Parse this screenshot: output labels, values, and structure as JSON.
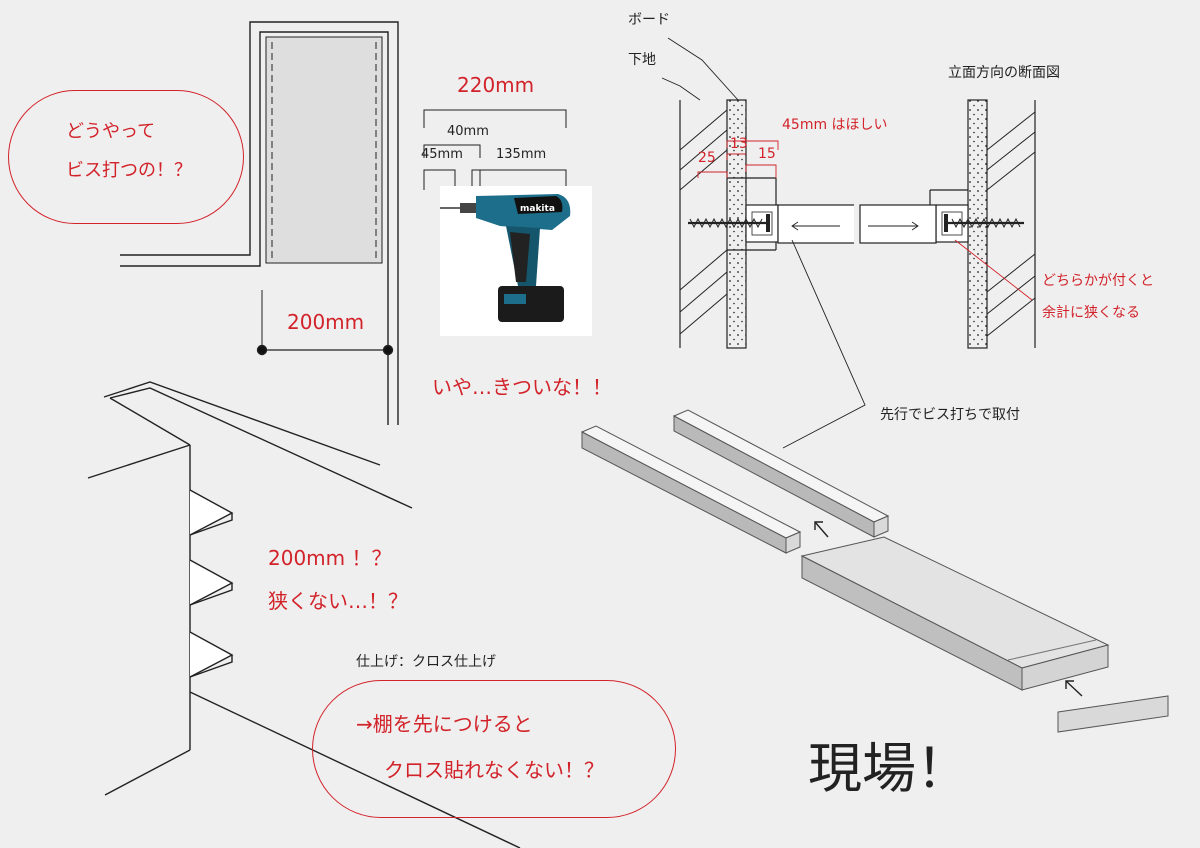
{
  "colors": {
    "accent_red": "#d2232a",
    "line": "#222222",
    "background": "#efefef"
  },
  "bubbles": {
    "top_left": {
      "line1": "どうやって",
      "line2": "ビス打つの！？"
    },
    "bottom": {
      "line1": "→棚を先につけると",
      "line2": "クロス貼れなくない！？"
    }
  },
  "dims": {
    "width_200": "200mm",
    "tool_total": "220mm",
    "tool_40": "40mm",
    "tool_45": "45mm",
    "tool_135": "135mm"
  },
  "section": {
    "board_label": "ボード",
    "base_label": "下地",
    "title": "立面方向の断面図",
    "need_45": "45mm はほしい",
    "dim_25": "25",
    "dim_13": "13",
    "dim_15": "15",
    "note_line1": "どちらかが付くと",
    "note_line2": "余計に狭くなる"
  },
  "exclaim": {
    "tight": "いや…きついな！！",
    "narrow_line1": "200mm ！？",
    "narrow_line2": "狭くない…！？"
  },
  "notes": {
    "pre_screw": "先行でビス打ちで取付",
    "finish": "仕上げ：クロス仕上げ",
    "genba": "現場！"
  },
  "icons": {
    "drill": "impact-driver-icon",
    "screw": "screw-icon",
    "arrow": "arrow-icon"
  }
}
